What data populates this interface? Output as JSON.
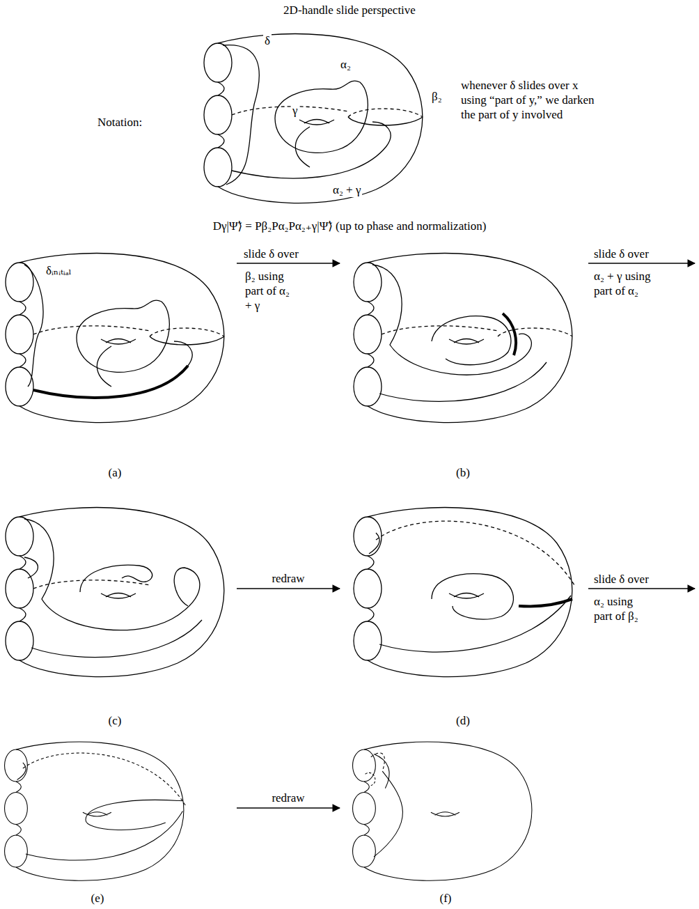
{
  "diagram": {
    "title": "2D-handle slide perspective",
    "labels": [
      "Notation:",
      "δ",
      "α₂",
      "γ",
      "β₂",
      "α₂ + γ",
      "whenever δ slides over x using “part of y,” we darken the part of y involved",
      "Dγ|Ψ̃⟩ = Pβ₂Pα₂Pα₂₊γ|Ψ̃⟩ (up to phase and normalization)",
      "δᵢₙᵢₜᵢₐₗ",
      "slide δ over",
      "β₂ using part of α₂ + γ",
      "slide δ over",
      "α₂ + γ using part of α₂",
      "(a)",
      "(b)",
      "(c)",
      "redraw",
      "(d)",
      "slide δ over",
      "α₂ using part of β₂",
      "(e)",
      "redraw",
      "(f)"
    ]
  }
}
